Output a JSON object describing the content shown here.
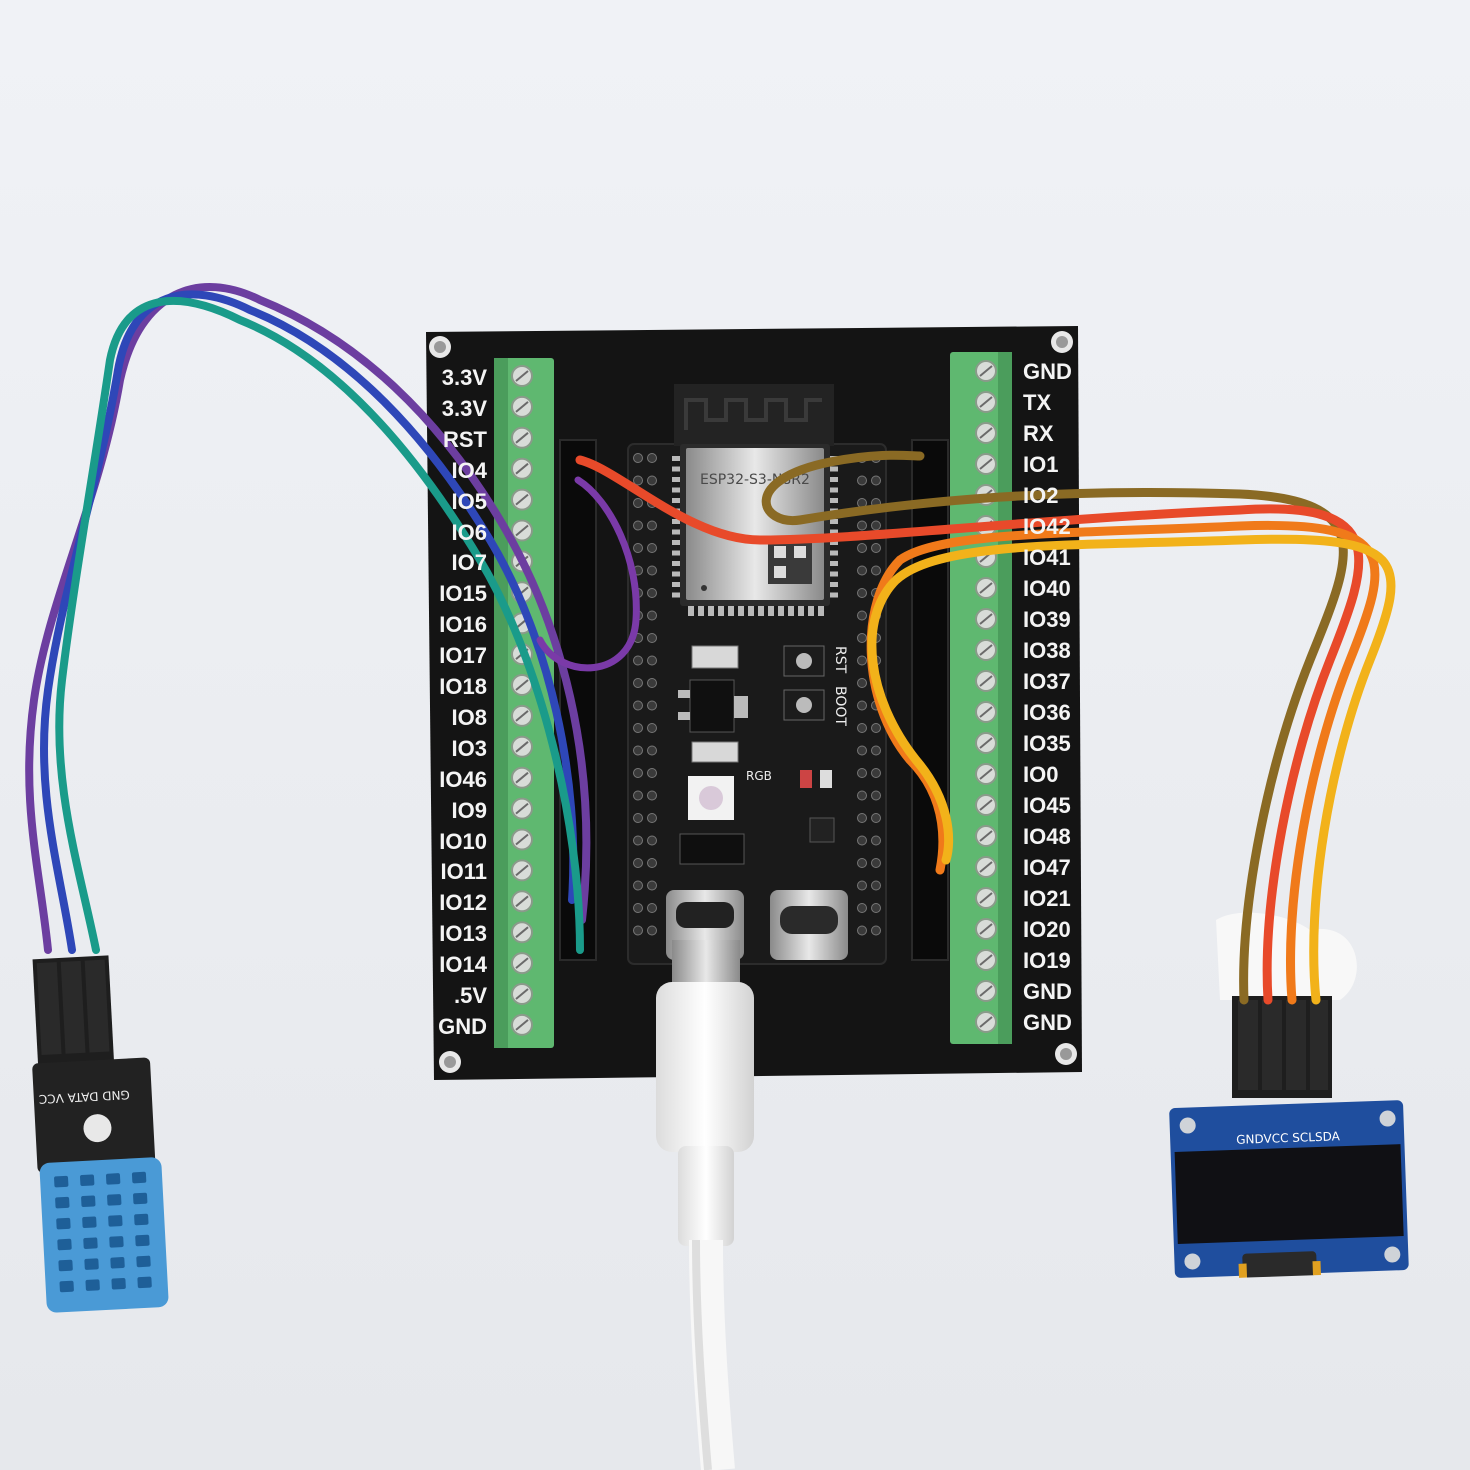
{
  "breakout": {
    "left_labels": [
      "3.3V",
      "3.3V",
      "RST",
      "IO4",
      "IO5",
      "IO6",
      "IO7",
      "IO15",
      "IO16",
      "IO17",
      "IO18",
      "IO8",
      "IO3",
      "IO46",
      "IO9",
      "IO10",
      "IO11",
      "IO12",
      "IO13",
      "IO14",
      ".5V",
      "GND"
    ],
    "right_labels": [
      "GND",
      "TX",
      "RX",
      "IO1",
      "IO2",
      "IO42",
      "IO41",
      "IO40",
      "IO39",
      "IO38",
      "IO37",
      "IO36",
      "IO35",
      "IO0",
      "IO45",
      "IO48",
      "IO47",
      "IO21",
      "IO20",
      "IO19",
      "GND",
      "GND"
    ]
  },
  "devboard": {
    "module_label": "ESP32-S3-N8R2",
    "rgb_label": "RGB",
    "rst_label": "RST",
    "boot_label": "BOOT"
  },
  "dht_sensor": {
    "pin_labels": "GND DATA VCC"
  },
  "oled_display": {
    "pin_labels": "GNDVCC SCLSDA"
  },
  "colors": {
    "pcb": "#141414",
    "terminal_green": "#5fb870",
    "background": "#eef0f4",
    "dht_blue": "#4a9ad6",
    "oled_blue": "#1f4e9e"
  }
}
